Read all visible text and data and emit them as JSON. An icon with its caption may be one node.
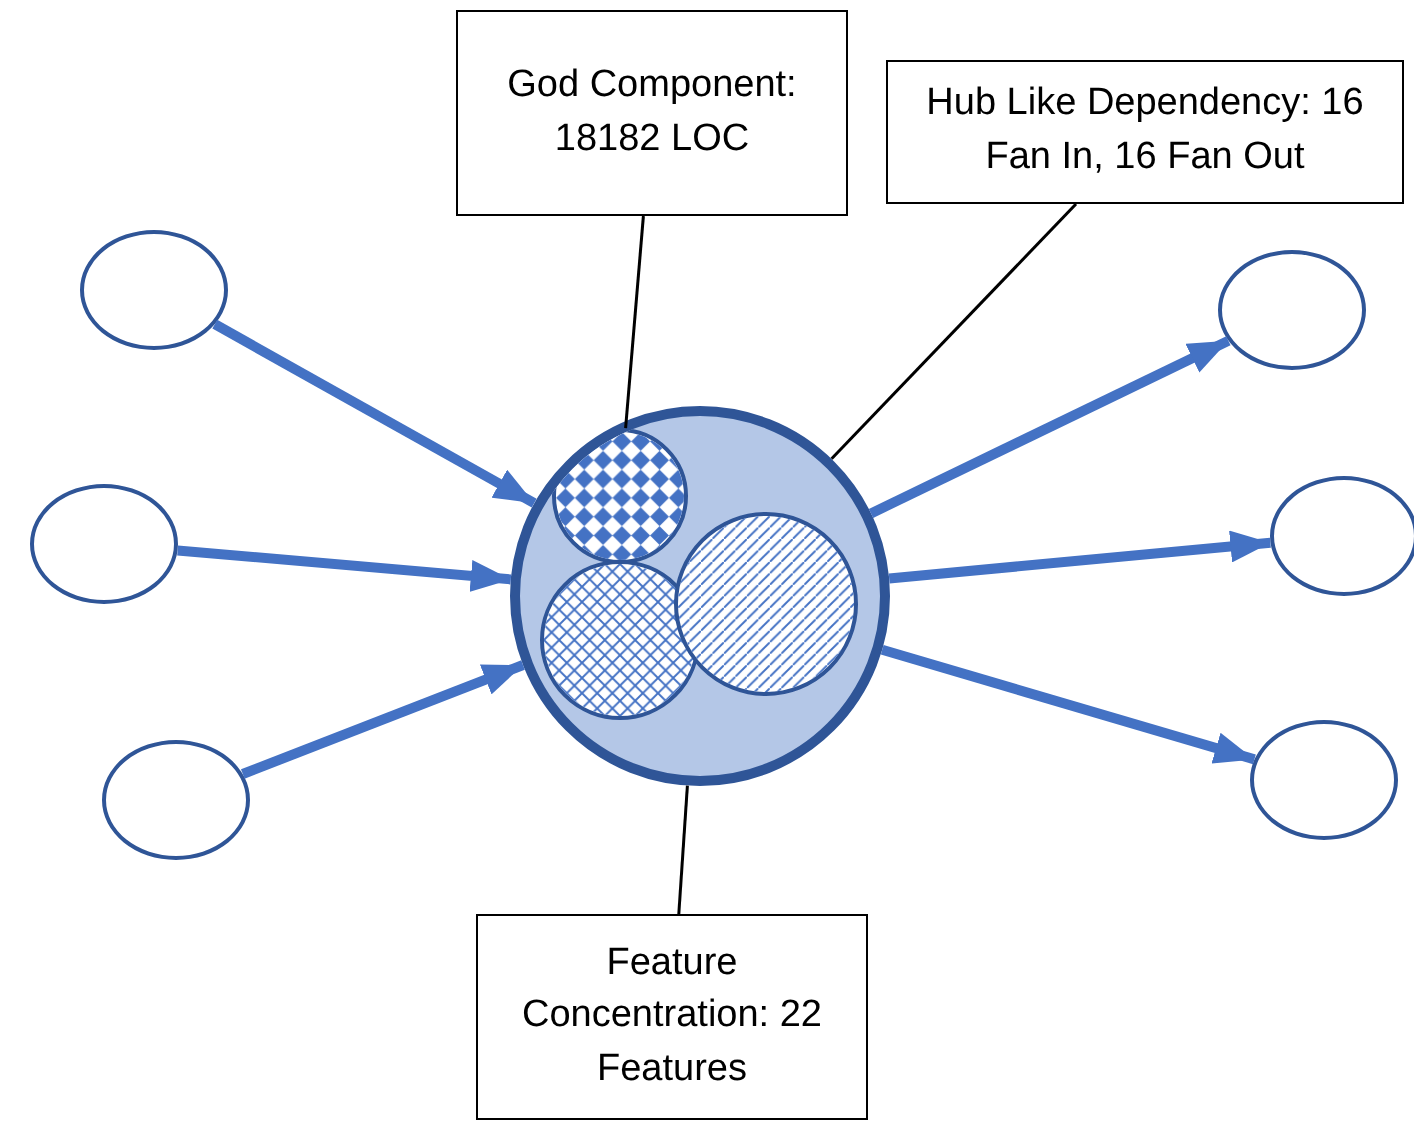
{
  "diagram": {
    "nodes": [
      {
        "text": [],
        "shape": "circle"
      },
      {
        "text": [],
        "shape": "circle",
        "in": 0
      },
      {
        "text": [],
        "shape": "circle",
        "in": 0
      },
      {
        "text": [],
        "shape": "circle",
        "in": 0
      },
      {
        "text": [
          "God Component: 18182 LOC"
        ]
      },
      {
        "text": [
          "Hub Like Dependency: 16 Fan In, 16 Fan Out"
        ]
      },
      {
        "text": [
          "Feature Concentration: 22 Features"
        ]
      },
      {
        "text": [],
        "shape": "circle"
      },
      {
        "text": [],
        "shape": "circle"
      },
      {
        "text": [],
        "shape": "circle"
      },
      {
        "text": [],
        "shape": "circle"
      },
      {
        "text": [],
        "shape": "circle"
      },
      {
        "text": [],
        "shape": "circle"
      }
    ],
    "edges": [
      {
        "from": 7,
        "to": 0,
        "arrow": "to"
      },
      {
        "from": 8,
        "to": 0,
        "arrow": "to"
      },
      {
        "from": 9,
        "to": 0,
        "arrow": "to"
      },
      {
        "from": 0,
        "to": 10,
        "arrow": "to"
      },
      {
        "from": 0,
        "to": 11,
        "arrow": "to"
      },
      {
        "from": 0,
        "to": 12,
        "arrow": "to"
      },
      {
        "from": 4,
        "to": 1,
        "arrow": "none",
        "color": "#000000"
      },
      {
        "from": 5,
        "to": 0,
        "arrow": "none",
        "color": "#000000"
      },
      {
        "from": 6,
        "to": 0,
        "arrow": "none",
        "color": "#000000"
      }
    ]
  }
}
